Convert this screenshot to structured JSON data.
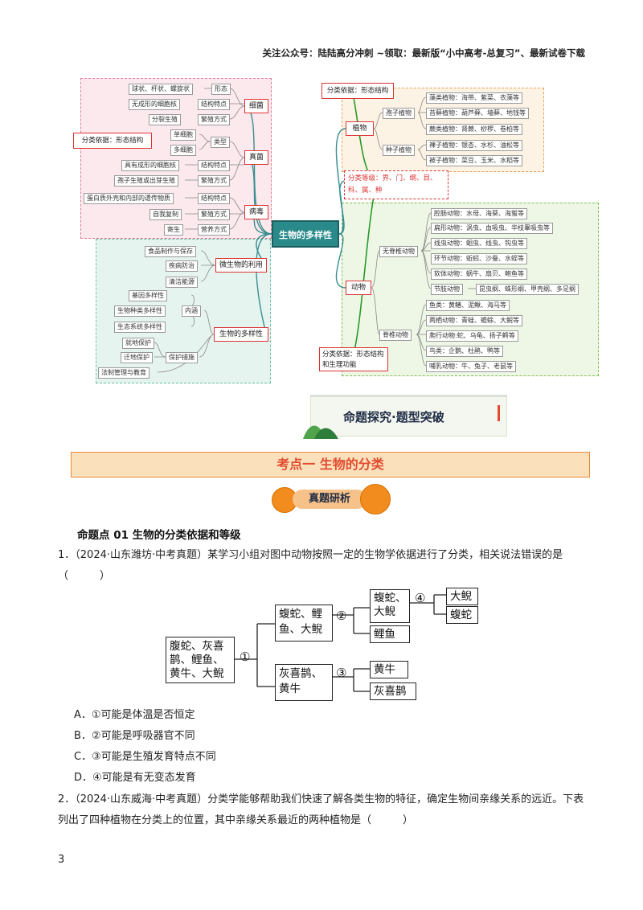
{
  "header": {
    "text": "关注公众号：陆陆高分冲刺 ~领取：最新版“小中高考-总复习”、最新试卷下载"
  },
  "mindmap": {
    "center": "生物的多样性",
    "microbes": {
      "basis": "分类依据：形态结构",
      "bacteria": {
        "name": "细菌",
        "items": [
          {
            "val": "球状、杆状、螺旋状",
            "key": "形态"
          },
          {
            "val": "无成形的细胞核",
            "key": "结构特点"
          },
          {
            "val": "分裂生殖",
            "key": "繁殖方式"
          }
        ]
      },
      "fungi": {
        "name": "真菌",
        "types": {
          "key": "类型",
          "vals": [
            "单细胞",
            "多细胞"
          ]
        },
        "items": [
          {
            "val": "具有成形的细胞核",
            "key": "结构特点"
          },
          {
            "val": "孢子生殖或出芽生殖",
            "key": "繁殖方式"
          }
        ]
      },
      "virus": {
        "name": "病毒",
        "items": [
          {
            "val": "蛋白质外壳和内部的遗传物质",
            "key": "结构特点"
          },
          {
            "val": "自我复制",
            "key": "繁殖方式"
          },
          {
            "val": "寄生",
            "key": "营养方式"
          }
        ]
      }
    },
    "use": {
      "name": "微生物的利用",
      "items": [
        "食品制作与保存",
        "疾病防治",
        "清洁能源"
      ]
    },
    "diversity": {
      "name": "生物的多样性",
      "content": {
        "name": "内涵",
        "items": [
          "基因多样性",
          "生物种类多样性",
          "生态系统多样性"
        ]
      },
      "protect": {
        "name": "保护措施",
        "items": [
          "就地保护",
          "迁地保护"
        ]
      },
      "law": "法制管理与教育"
    },
    "plants": {
      "basis": "分类依据：形态结构",
      "name": "植物",
      "spore": {
        "name": "孢子植物",
        "items": [
          "藻类植物：海带、紫菜、衣藻等",
          "苔藓植物：葫芦藓、墙藓、地钱等",
          "蕨类植物：肾蕨、桫椤、卷柏等"
        ]
      },
      "seed": {
        "name": "种子植物",
        "items": [
          "裸子植物：银杏、水杉、油松等",
          "被子植物：菜豆、玉米、水稻等"
        ]
      }
    },
    "rank": "分类等级：界、门、纲、目、科、属、种",
    "animals": {
      "name": "动物",
      "basis": "分类依据：形态结构和生理功能",
      "invert": {
        "name": "无脊椎动物",
        "items": [
          "腔肠动物：水母、海葵、海蜇等",
          "扁形动物：涡虫、血吸虫、华枝睾吸虫等",
          "线虫动物：蛔虫、线虫、钩虫等",
          "环节动物：蚯蚓、沙蚕、水蛭等",
          "软体动物：蜗牛、扇贝、鲍鱼等"
        ],
        "arthropod": "节肢动物",
        "arth_sub": "昆虫纲、蛛形纲、甲壳纲、多足纲"
      },
      "vert": {
        "name": "脊椎动物",
        "items": [
          "鱼类：黄鳝、泥鳅、海马等",
          "两栖动物：青蛙、蟾蜍、大鲵等",
          "爬行动物:蛇、乌龟、扬子鳄等",
          "鸟类：企鹅、杜鹃、鸭等",
          "哺乳动物：牛、兔子、老鼠等"
        ]
      }
    }
  },
  "banner": {
    "title": "命题探究·题型突破"
  },
  "kaodian": "考点一 生物的分类",
  "zhenti": "真题研析",
  "topic": "命题点 01 生物的分类依据和等级",
  "q1": {
    "stem": "1．（2024·山东潍坊·中考真题）某学习小组对图中动物按照一定的生物学依据进行了分类，相关说法错误的是（　　　）",
    "tree": {
      "root": "腹蛇、灰喜\n鹊、鲤鱼、\n黄牛、大鲵",
      "n1": "①",
      "n2": "②",
      "n3": "③",
      "n4": "④",
      "a": "蝮蛇、鲤\n鱼、大鲵",
      "b": "灰喜鹊、\n黄牛",
      "a1": "蝮蛇、\n大鲵",
      "a2": "鲤鱼",
      "a11": "大鲵",
      "a12": "蝮蛇",
      "b1": "黄牛",
      "b2": "灰喜鹊"
    },
    "options": [
      "A．①可能是体温是否恒定",
      "B．②可能是呼吸器官不同",
      "C．③可能是生殖发育特点不同",
      "D．④可能是有无变态发育"
    ]
  },
  "q2": {
    "stem": "2．（2024·山东威海·中考真题）分类学能够帮助我们快速了解各类生物的特征，确定生物间亲缘关系的远近。下表列出了四种植物在分类上的位置，其中亲缘关系最近的两种植物是（　　　）"
  },
  "page_number": "3",
  "colors": {
    "red": "#d33333",
    "green": "#33aa33",
    "teal": "#2a8a8a",
    "orange": "#e78a3a"
  }
}
